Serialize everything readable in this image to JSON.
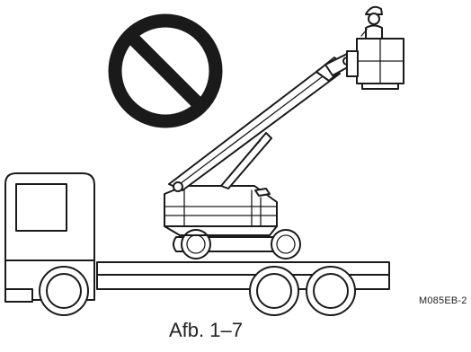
{
  "figure": {
    "code_label": "M085EB-2",
    "caption": "Afb. 1–7"
  },
  "icons": {
    "prohibition": "prohibition-icon",
    "truck": "truck-illustration",
    "boom_lift": "boom-lift-illustration",
    "operator": "operator-icon"
  },
  "colors": {
    "line": "#1a1a1a",
    "prohibition": "#1a1a1a",
    "background": "#ffffff"
  }
}
